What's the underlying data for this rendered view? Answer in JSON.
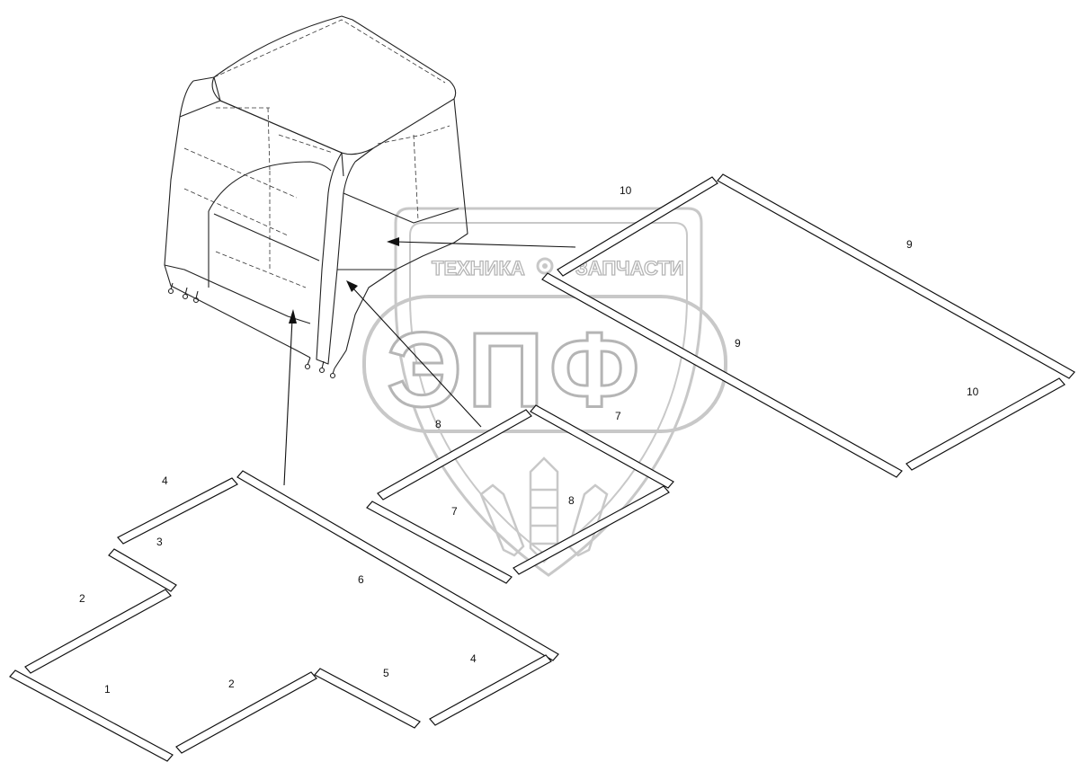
{
  "watermark": {
    "text_left": "ТЕХНИКА",
    "text_right": "ЗАПЧАСТИ",
    "big_text": "ЭПФ",
    "icon": "gear-icon"
  },
  "callouts": {
    "c10a": "10",
    "c9a": "9",
    "c9b": "9",
    "c10b": "10",
    "c8a": "8",
    "c7a": "7",
    "c7b": "7",
    "c8b": "8",
    "c4a": "4",
    "c3": "3",
    "c6": "6",
    "c2a": "2",
    "c4b": "4",
    "c5": "5",
    "c1": "1",
    "c2b": "2"
  },
  "colors": {
    "line": "#111111",
    "watermark": "#c8c8c8",
    "background": "#ffffff"
  }
}
